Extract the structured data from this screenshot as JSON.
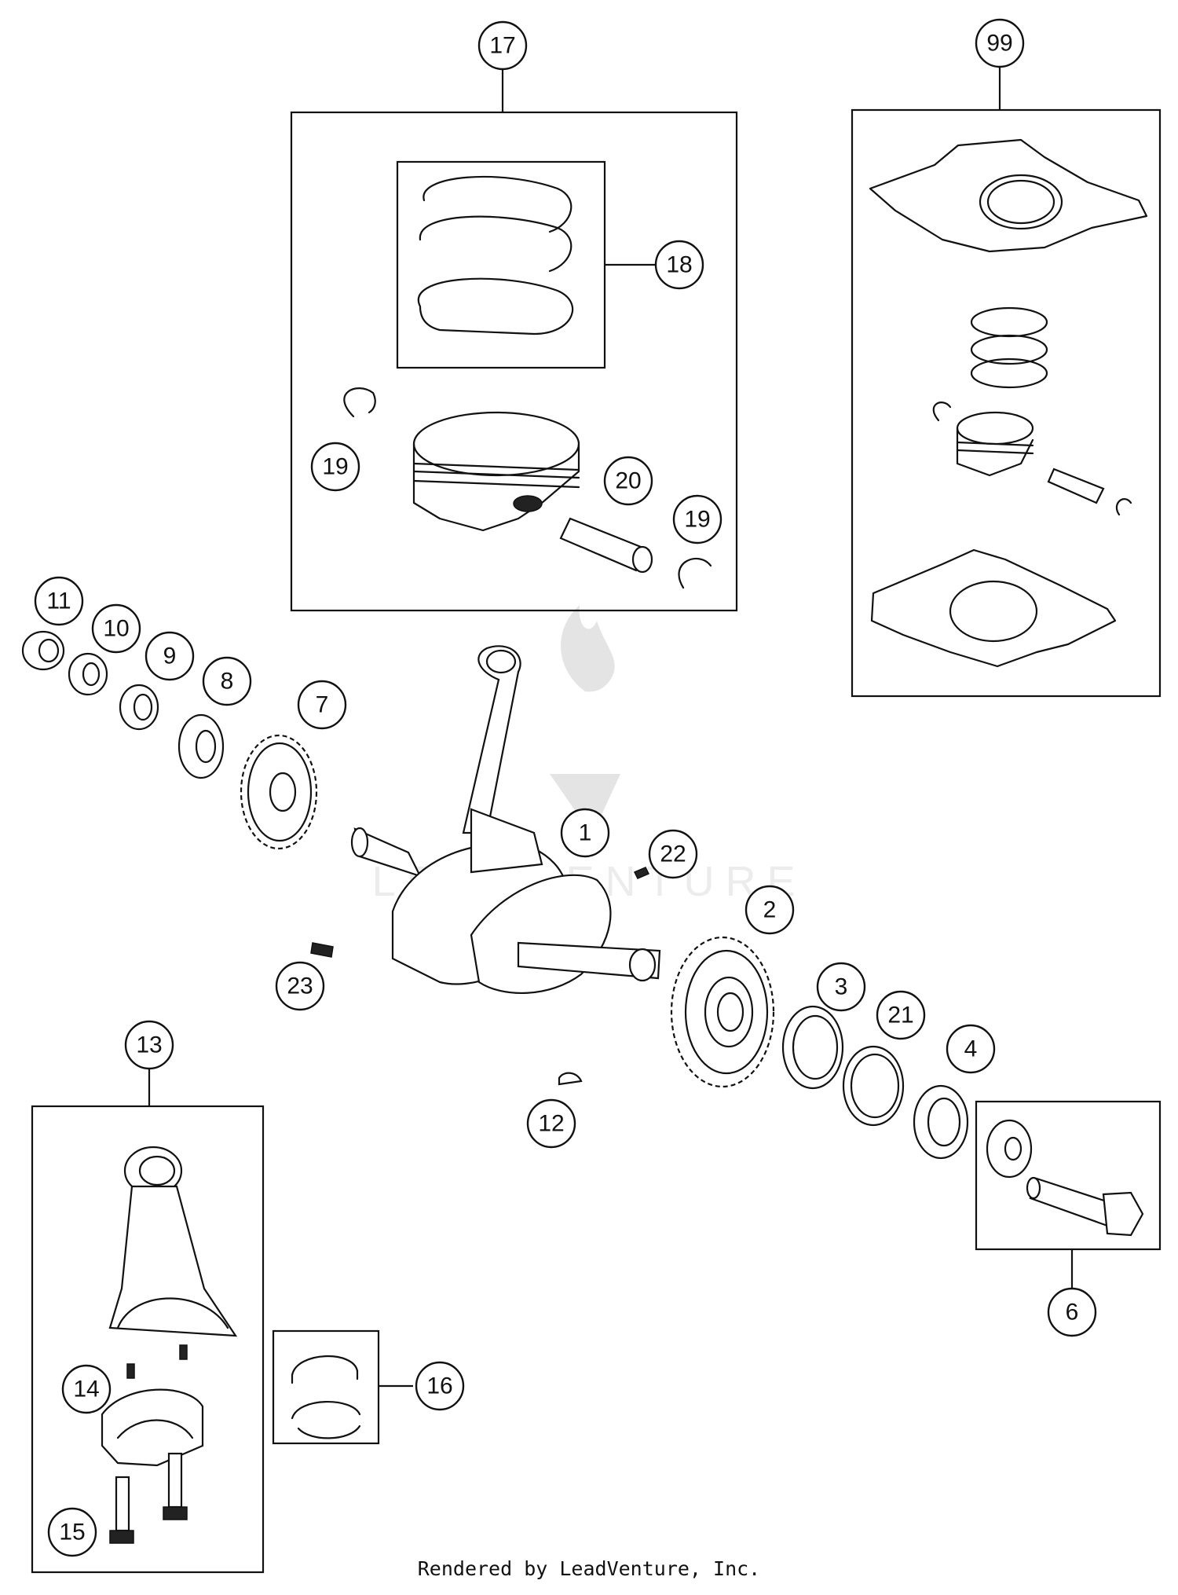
{
  "callouts": [
    "1",
    "2",
    "3",
    "4",
    "6",
    "7",
    "8",
    "9",
    "10",
    "11",
    "12",
    "13",
    "14",
    "15",
    "16",
    "17",
    "18",
    "19",
    "19",
    "20",
    "21",
    "22",
    "23",
    "99"
  ],
  "watermark_text": "LEADVENTURE",
  "credit": "Rendered by LeadVenture, Inc."
}
